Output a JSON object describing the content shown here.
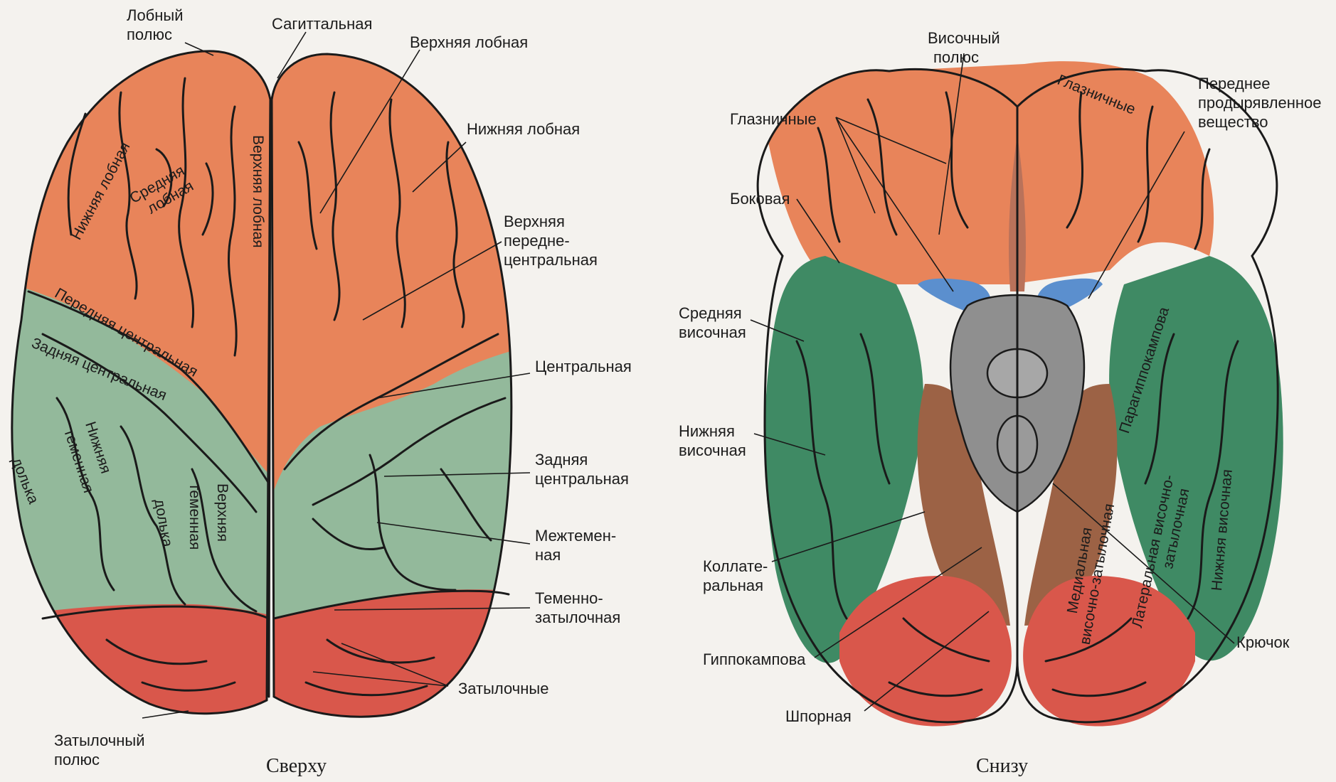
{
  "colors": {
    "frontal": "#e8845a",
    "parietal": "#93b99b",
    "temporal": "#3f8a64",
    "occipital": "#d9574b",
    "limbic": "#9c6245",
    "brainstem": "#8f8f8f",
    "perforated": "#5b8fce",
    "background": "#f4f2ee"
  },
  "top_view": {
    "caption": "Сверху",
    "labels": {
      "frontal_pole": [
        "Лобный",
        "полюс"
      ],
      "sagittal": "Сагиттальная",
      "superior_frontal": "Верхняя лобная",
      "inferior_frontal": "Нижняя лобная",
      "superior_precentral": [
        "Верхняя",
        "передне-",
        "центральная"
      ],
      "central": "Центральная",
      "postcentral": [
        "Задняя",
        "центральная"
      ],
      "intraparietal": [
        "Межтемен-",
        "ная"
      ],
      "parieto_occipital": [
        "Теменно-",
        "затылочная"
      ],
      "occipital": "Затылочные",
      "occipital_pole": [
        "Затылочный",
        "полюс"
      ]
    },
    "region_labels": {
      "inferior_frontal_gyrus": "Нижняя лобная",
      "middle_frontal": [
        "Средняя",
        "лобная"
      ],
      "superior_frontal_vertical": "Верхняя лобная",
      "anterior_central": "Передняя центральная",
      "posterior_central": "Задняя центральная",
      "inferior_parietal_lobule": [
        "Нижняя",
        "теменная",
        "долька"
      ],
      "superior_parietal_lobule": [
        "Верхняя",
        "теменная",
        "долька"
      ]
    }
  },
  "bottom_view": {
    "caption": "Снизу",
    "labels": {
      "temporal_pole": [
        "Височный",
        "полюс"
      ],
      "orbital": "Глазничные",
      "anterior_perforated": [
        "Переднее",
        "продырявленное",
        "вещество"
      ],
      "lateral": "Боковая",
      "middle_temporal": [
        "Средняя",
        "височная"
      ],
      "inferior_temporal": [
        "Нижняя",
        "височная"
      ],
      "collateral": [
        "Коллате-",
        "ральная"
      ],
      "hippocampal": "Гиппокампова",
      "calcarine": "Шпорная",
      "uncus": "Крючок"
    },
    "region_labels": {
      "orbital_gyri": "Глазничные",
      "parahippocampal": "Парагиппокампова",
      "medial_occipitotemporal": [
        "Медиальная",
        "височно-затылочная"
      ],
      "lateral_occipitotemporal": [
        "Латеральная височно-",
        "затылочная"
      ],
      "inferior_temporal_gyrus": "Нижняя височная"
    }
  }
}
